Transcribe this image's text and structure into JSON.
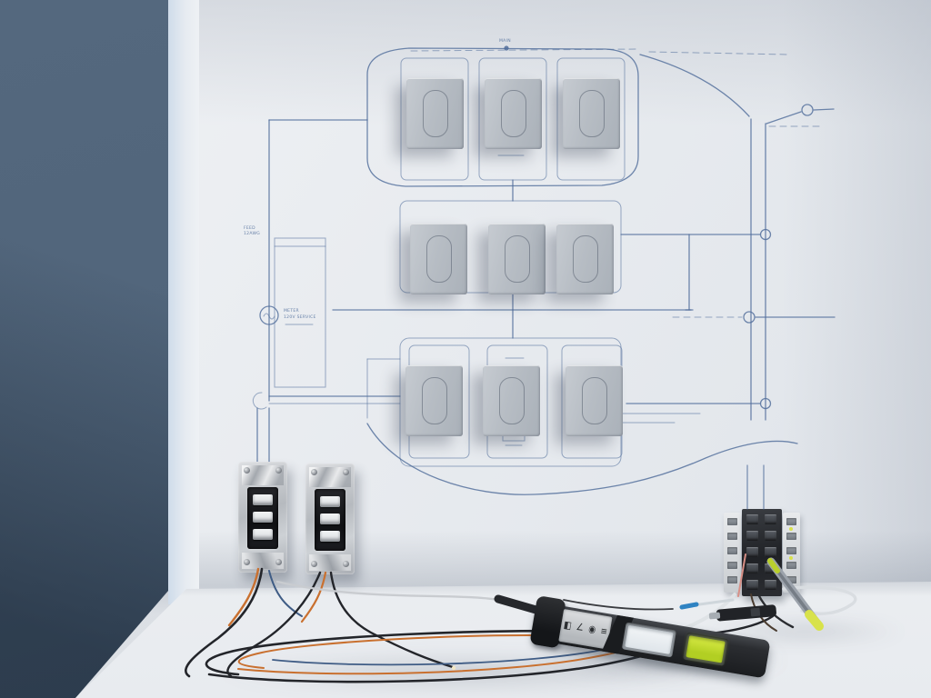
{
  "annotations": {
    "main_label": "MAIN",
    "feed_label_line1": "FEED",
    "feed_label_line2": "12AWG",
    "meter_label_line1": "METER",
    "meter_label_line2": "120V SERVICE"
  },
  "icons": {
    "meter_glyph": "∿",
    "level_icons": [
      "◧",
      "∠",
      "◉",
      "≡"
    ]
  },
  "colors": {
    "left_wall": "#54687e",
    "wall": "#e9ecf0",
    "desk": "#f3f5f7",
    "blueprint": "#4f6c9a",
    "plate": "#aab1b9",
    "level_green": "#b2cf23",
    "wire_orange": "#c9702f",
    "wire_black": "#23252a",
    "wire_blue": "#3f5c85",
    "accent_yellow": "#d8e24a"
  }
}
